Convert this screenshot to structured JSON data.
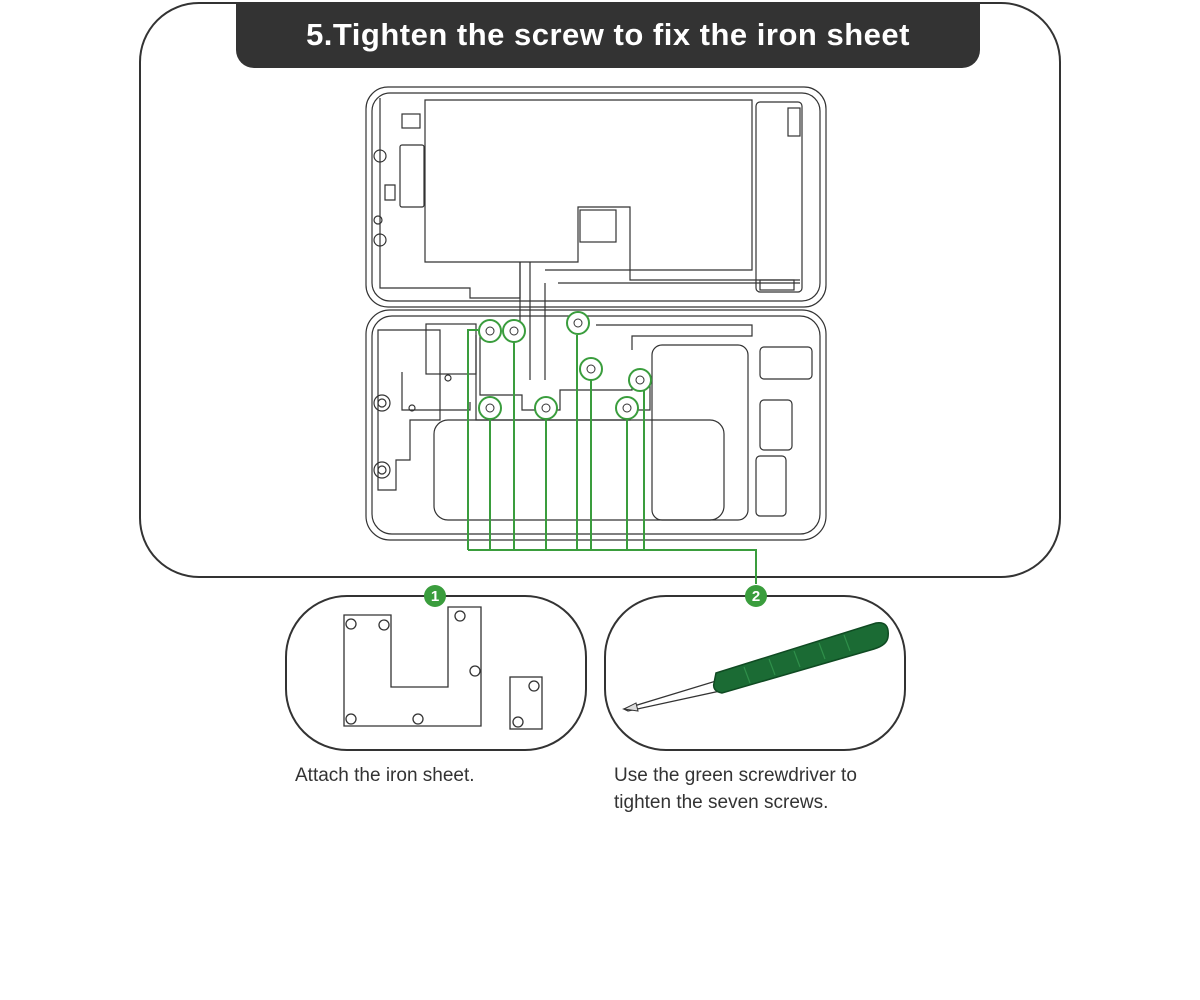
{
  "title": "5.Tighten the screw to fix the iron sheet",
  "steps": [
    {
      "number": "1",
      "caption": "Attach the iron sheet."
    },
    {
      "number": "2",
      "caption_line1": "Use the green screwdriver to",
      "caption_line2": "tighten the seven screws."
    }
  ],
  "colors": {
    "accent_green": "#3a9d3d",
    "screwdriver_handle": "#1b6b34",
    "outline": "#333333"
  },
  "icons": [
    "iron-sheet-icon",
    "screwdriver-icon",
    "phone-frame-diagram"
  ]
}
